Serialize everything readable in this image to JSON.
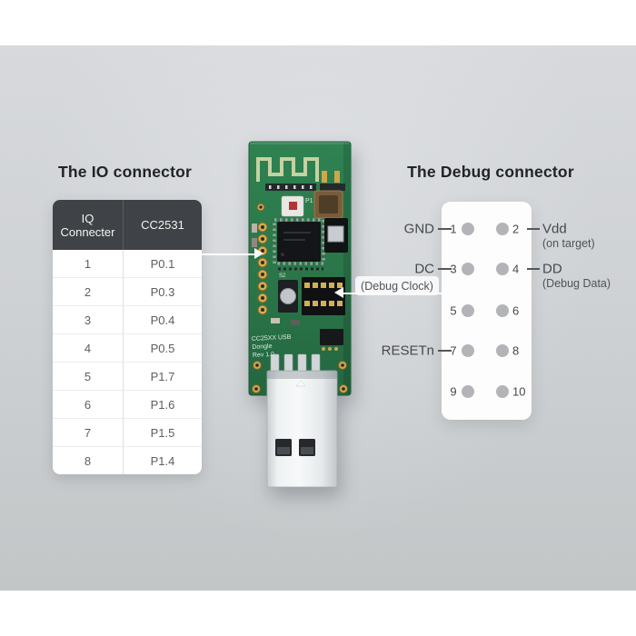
{
  "io": {
    "title": "The IO connector",
    "header": {
      "col1_line1": "IQ",
      "col1_line2": "Connecter",
      "col2": "CC2531"
    },
    "rows": [
      {
        "pin": "1",
        "signal": "P0.1"
      },
      {
        "pin": "2",
        "signal": "P0.3"
      },
      {
        "pin": "3",
        "signal": "P0.4"
      },
      {
        "pin": "4",
        "signal": "P0.5"
      },
      {
        "pin": "5",
        "signal": "P1.7"
      },
      {
        "pin": "6",
        "signal": "P1.6"
      },
      {
        "pin": "7",
        "signal": "P1.5"
      },
      {
        "pin": "8",
        "signal": "P1.4"
      }
    ]
  },
  "debug": {
    "title": "The Debug connector",
    "clock_label": "(Debug Clock)",
    "rows": [
      {
        "left_label": "GND",
        "left_pin": "1",
        "right_pin": "2",
        "right_label": "Vdd",
        "right_sub": "(on target)"
      },
      {
        "left_label": "DC",
        "left_pin": "3",
        "right_pin": "4",
        "right_label": "DD",
        "right_sub": "(Debug Data)"
      },
      {
        "left_pin": "5",
        "right_pin": "6"
      },
      {
        "left_label": "RESETn",
        "left_pin": "7",
        "right_pin": "8"
      },
      {
        "left_pin": "9",
        "right_pin": "10"
      }
    ]
  },
  "pcb": {
    "silkscreen": {
      "line1": "CC25XX USB",
      "line2": "Dongle",
      "line3": "Rev 1.0"
    },
    "refs": {
      "p1": "P1",
      "s2": "S2"
    }
  },
  "colors": {
    "board_green": "#2c7a4b",
    "table_header_bg": "#3f4246",
    "pin_dot": "#b3b4b7",
    "gold": "#cfae55",
    "background_gray": "#cfd2d5"
  }
}
